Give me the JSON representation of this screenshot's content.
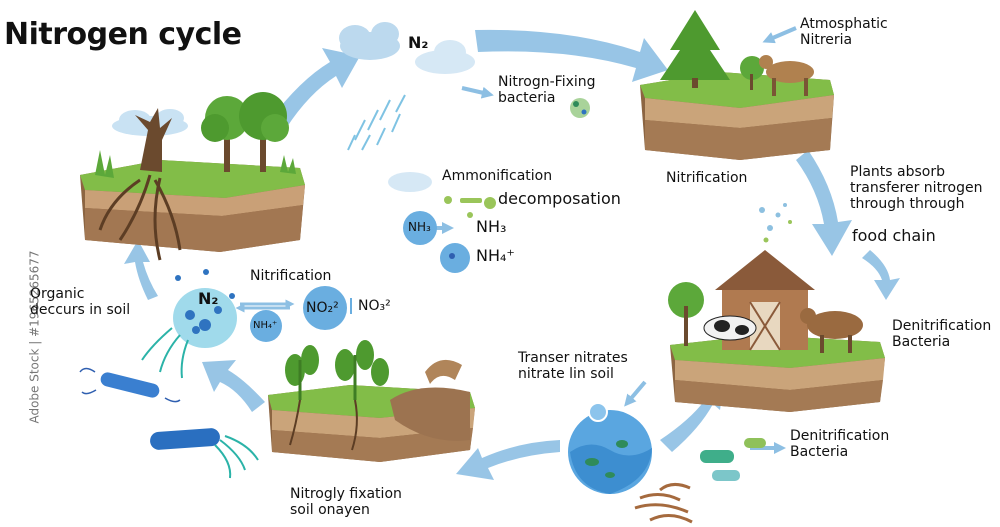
{
  "title": "Nitrogen cycle",
  "watermark_vertical": "Adobe Stock | #1965265677",
  "labels": {
    "n2_top": "N₂",
    "nitrogen_fixing_bacteria": "Nitrogn-Fixing\nbacteria",
    "atmospheric_bacteria": "Atmosphatic\nNitreria",
    "ammonification": "Ammonification",
    "decomposation": "decomposation",
    "nh3_bubble": "NH₃",
    "nh3": "NH₃",
    "nh4": "NH₄⁺",
    "nitrification_right": "Nitrification",
    "plants_absorb": "Plants absorb\ntransferer nitrogen\nthrough through",
    "food_chain": "food chain",
    "nitrification_mid": "Nitrification",
    "n2_mid": "N₂",
    "nh4_bubble": "NH₄⁺",
    "no2": "NO₂²",
    "no3": "NO₃²",
    "organic": "Organic\ndeccurs in soil",
    "denitrification_1": "Denitrification\nBacteria",
    "transfer_nitrates": "Transer nitrates\nnitrate lin soil",
    "denitrification_2": "Denitrification\nBacteria",
    "nitrogen_fixation": "Nitrogly fixation\nsoil onayen"
  },
  "colors": {
    "arrow": "#8dbfe3",
    "grass": "#7cbf3f",
    "soil": "#b48a5e",
    "soil_dark": "#7a5535",
    "bubble": "#6aaee0"
  }
}
